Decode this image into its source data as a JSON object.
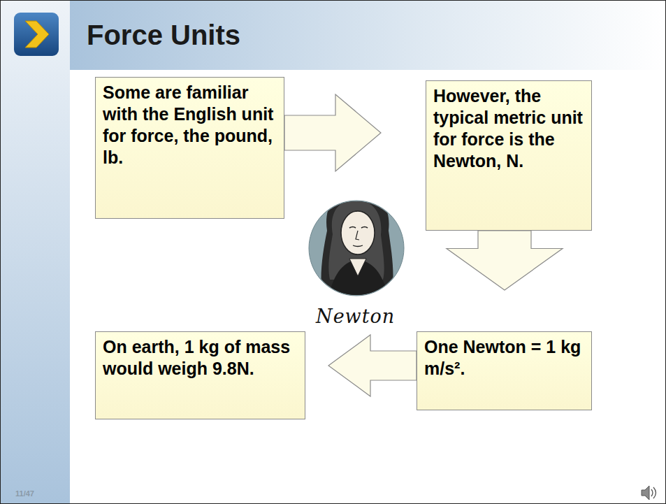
{
  "diagram": {
    "title": "Force Units",
    "nodes": [
      {
        "text": [
          "Some are familiar with the English unit for force, the pound, lb."
        ]
      },
      {
        "text": [
          "However, the typical metric unit for force is the Newton, N."
        ]
      },
      {
        "text": [
          "One Newton = 1 kg m/s²."
        ]
      },
      {
        "text": [
          "On earth, 1 kg of mass would weigh 9.8N."
        ]
      }
    ],
    "edges": [
      {
        "from": 0,
        "to": 1,
        "arrow": "to"
      },
      {
        "from": 1,
        "to": 2,
        "arrow": "to"
      },
      {
        "from": 2,
        "to": 3,
        "arrow": "to"
      }
    ],
    "labels": [
      "11/47",
      "Newton"
    ]
  }
}
